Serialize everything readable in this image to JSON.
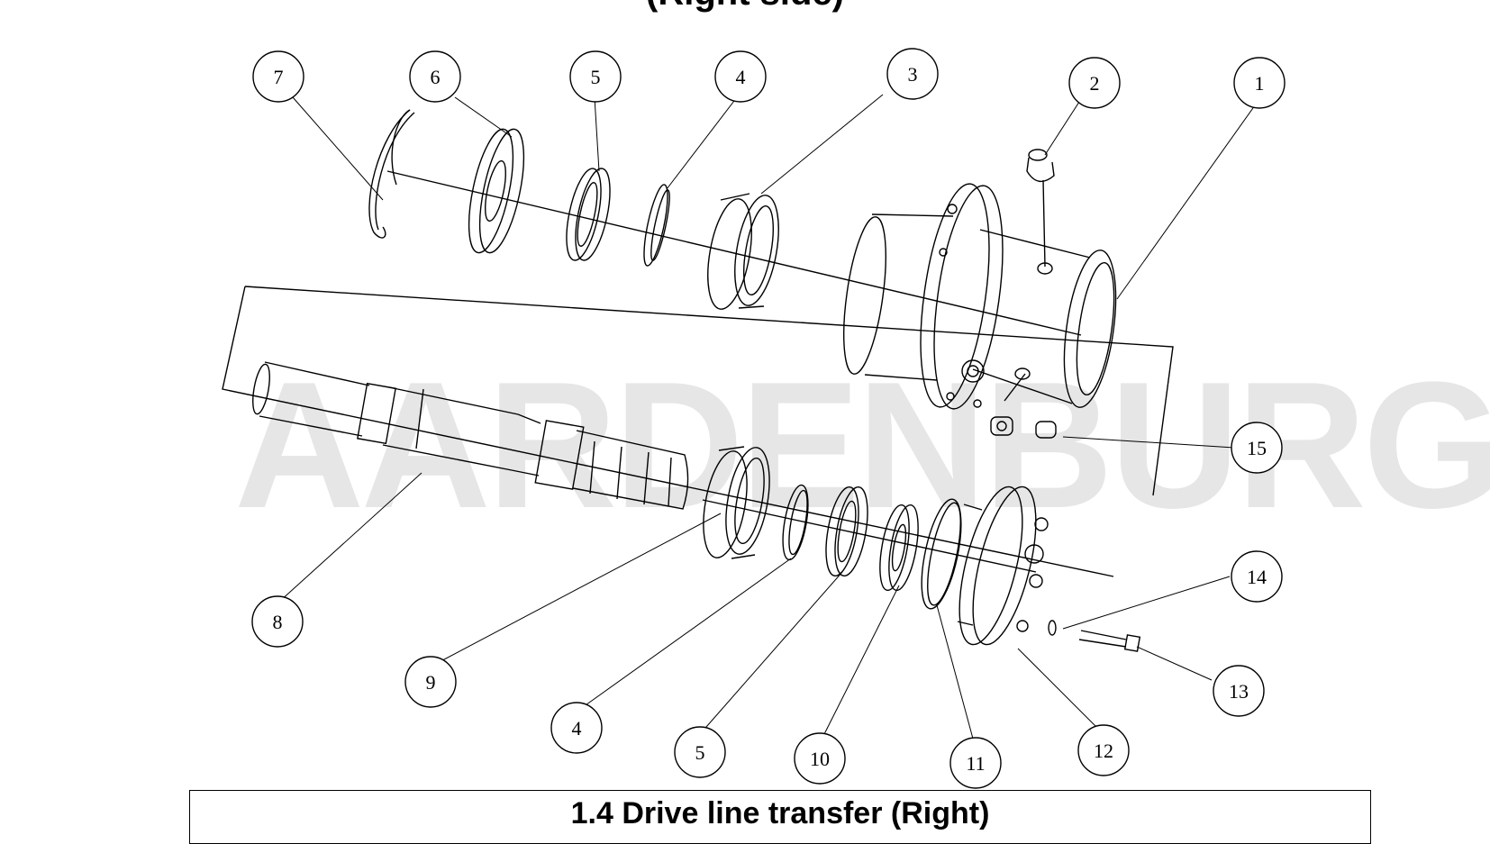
{
  "header": {
    "title_fragment": "(Right side)"
  },
  "watermark": {
    "text": "AARDENBURG"
  },
  "caption": {
    "text": "1.4 Drive line transfer (Right)"
  },
  "callouts": [
    "1",
    "2",
    "3",
    "4",
    "5",
    "6",
    "7",
    "8",
    "9",
    "4",
    "5",
    "10",
    "11",
    "12",
    "13",
    "14",
    "15"
  ]
}
